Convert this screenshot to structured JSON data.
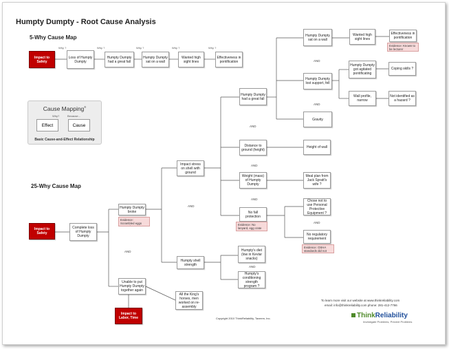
{
  "title": "Humpty Dumpty - Root Cause Analysis",
  "map5": {
    "heading": "5-Why Cause Map",
    "why_label": "Why ?",
    "nodes": {
      "impact": "Impact to Safety",
      "loss": "Loss of Humpty Dumpty",
      "fall": "Humpty Dumpty had a great fall",
      "sat": "Humpty Dumpty sat on a wall",
      "wanted": "Wanted high sight lines",
      "effect": "Effectiveness in pontification"
    }
  },
  "legend": {
    "title": "Cause Mapping",
    "reg": "®",
    "why": "Why?",
    "because": "Because...",
    "effect": "Effect",
    "cause": "Cause",
    "footer": "Basic Cause-and-Effect Relationship"
  },
  "map25": {
    "heading": "25-Why Cause Map",
    "and_label": "AND",
    "nodes": {
      "impact_safety": "Impact to Safety",
      "complete_loss": "Complete loss of Humpty Dumpty",
      "broke": "Humpty Dumpty broke",
      "broke_evidence": "Evidence: Scrambled eggs everywhere!",
      "unable": "Unable to put Humpty Dumpty together again",
      "impact_labor": "Impact to Labor, Time",
      "horses": "All the King's horses, men worked on re-assembly",
      "impact_stress": "Impact stress on shell with ground",
      "shell_strength": "Humpty shell strength",
      "great_fall": "Humpty Dumpty had a great fall",
      "distance": "Distance to ground (height)",
      "weight": "Weight (mass) of Humpty Dumpty",
      "no_fall": "No fall protection",
      "no_fall_evidence": "Evidence: No lanyard, egg crate no-score",
      "sat_wall": "Humpty Dumpty sat on a wall",
      "lost_support": "Humpty Dumpty lost support, fell",
      "gravity": "Gravity",
      "wanted": "Wanted high sight lines",
      "effectiveness": "Effectiveness in pontification",
      "effectiveness_evidence": "Evidence: Known to be lecturer",
      "agitated": "Humpty Dumpty got agitated pontificating",
      "coping": "Coping skills ?",
      "wall_profile": "Wall profile, narrow",
      "not_hazard": "Not identified as a hazard ?",
      "height_wall": "Height of wall",
      "meal": "Meal plan from Jack Spratt's wife ?",
      "ppe": "Chose not to use Personal Protective Equipment ?",
      "no_reg": "No regulatory requirement",
      "no_reg_evidence": "Evidence: OSHA standards did not exist",
      "diet": "Humpty's diet (low in Kevlar snacks)",
      "conditioning": "Humpty's conditioning strength program ?"
    }
  },
  "footer": {
    "learn": "To learn more visit our website at www.thinkreliability.com",
    "contact": "email: info@thinkreliability.com   phone: 281-412-7766",
    "copyright": "Copyright 2010 ThinkReliability, Taveem, Inc.",
    "brand_think": "Think",
    "brand_reliability": "Reliability",
    "tagline": "Investigate Problems, Prevent Problems"
  },
  "colors": {
    "impact_red": "#c00000",
    "evidence_pink": "#f7dada",
    "brand_blue": "#1f4e9a",
    "brand_green": "#4f8a2a"
  }
}
